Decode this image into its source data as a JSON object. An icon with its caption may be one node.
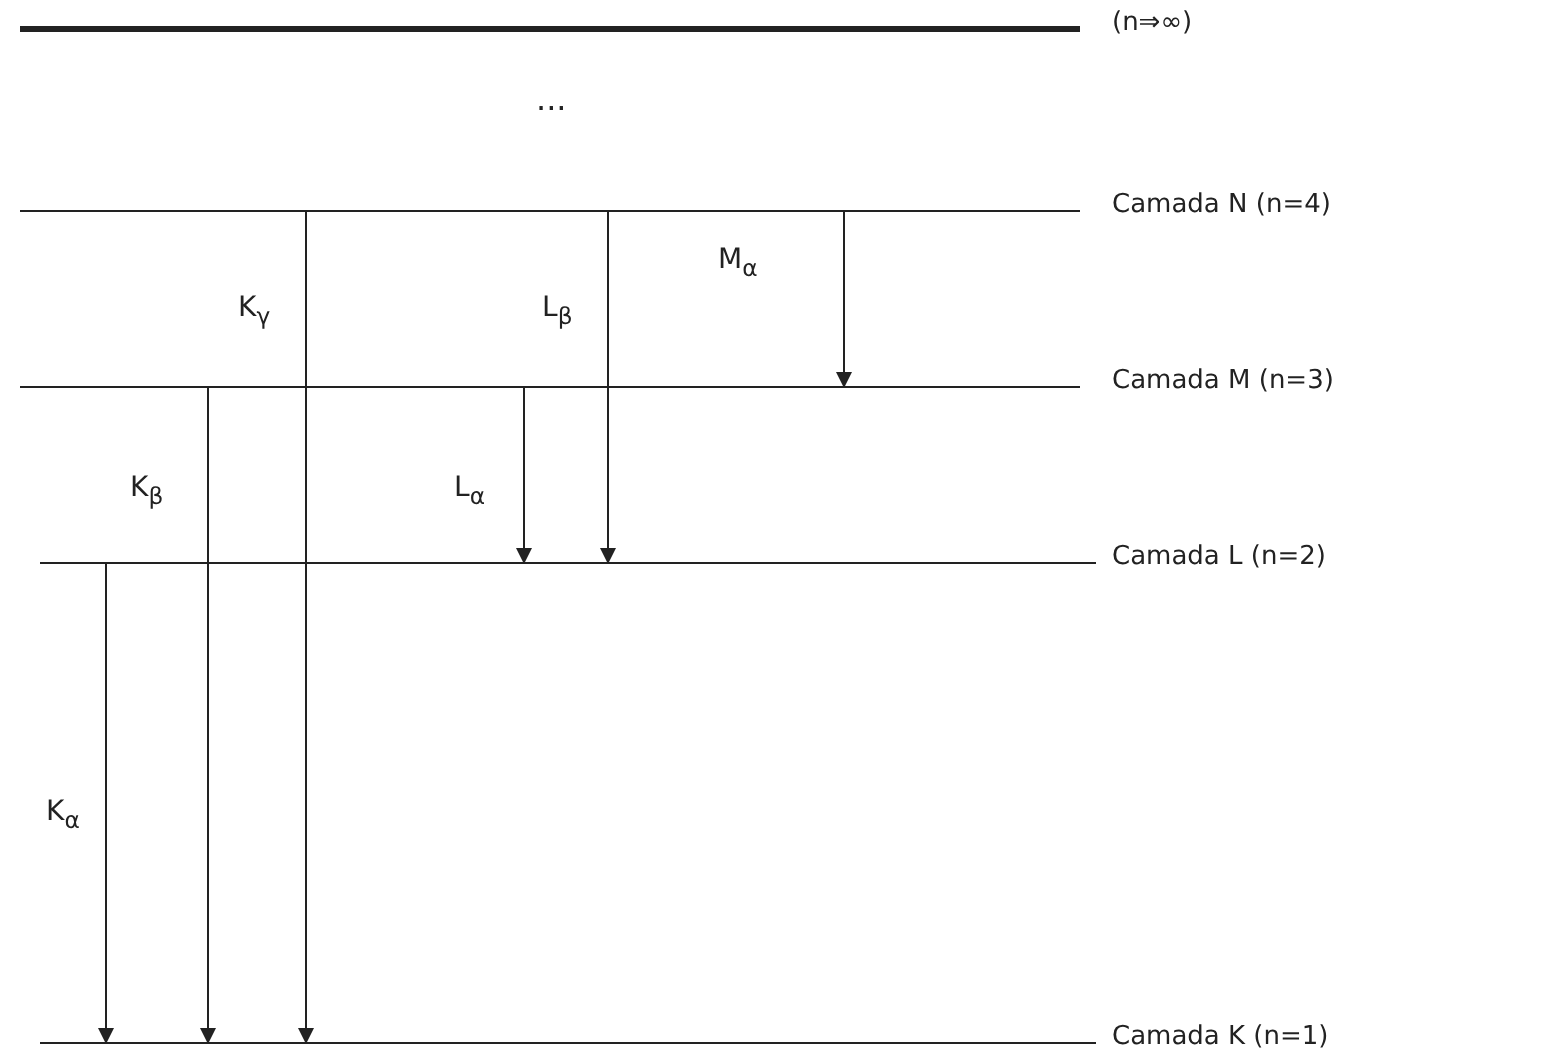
{
  "diagram": {
    "nodes": [
      {
        "text": [],
        "shape": "bar",
        "beside": [
          "(n⇒∞)"
        ]
      },
      {
        "text": [],
        "shape": "bar",
        "beside": [
          "Camada N (n=4)"
        ]
      },
      {
        "text": [],
        "shape": "bar",
        "beside": [
          "Camada M (n=3)"
        ]
      },
      {
        "text": [],
        "shape": "bar",
        "beside": [
          "Camada L (n=2)"
        ]
      },
      {
        "text": [],
        "shape": "bar",
        "beside": [
          "Camada K (n=1)"
        ]
      }
    ],
    "edges": [
      {
        "from": 1,
        "to": 4,
        "arrow": "to",
        "label": "K$_{γ}$"
      },
      {
        "from": 1,
        "to": 3,
        "arrow": "to",
        "label": "L$_{β}$"
      },
      {
        "from": 1,
        "to": 2,
        "arrow": "to",
        "label": "M$_{α}$"
      },
      {
        "from": 2,
        "to": 4,
        "arrow": "to",
        "label": "K$_{β}$"
      },
      {
        "from": 2,
        "to": 3,
        "arrow": "to",
        "label": "L$_{α}$"
      },
      {
        "from": 3,
        "to": 4,
        "arrow": "to",
        "label": "K$_{α}$"
      }
    ],
    "labels": [
      "..."
    ]
  }
}
